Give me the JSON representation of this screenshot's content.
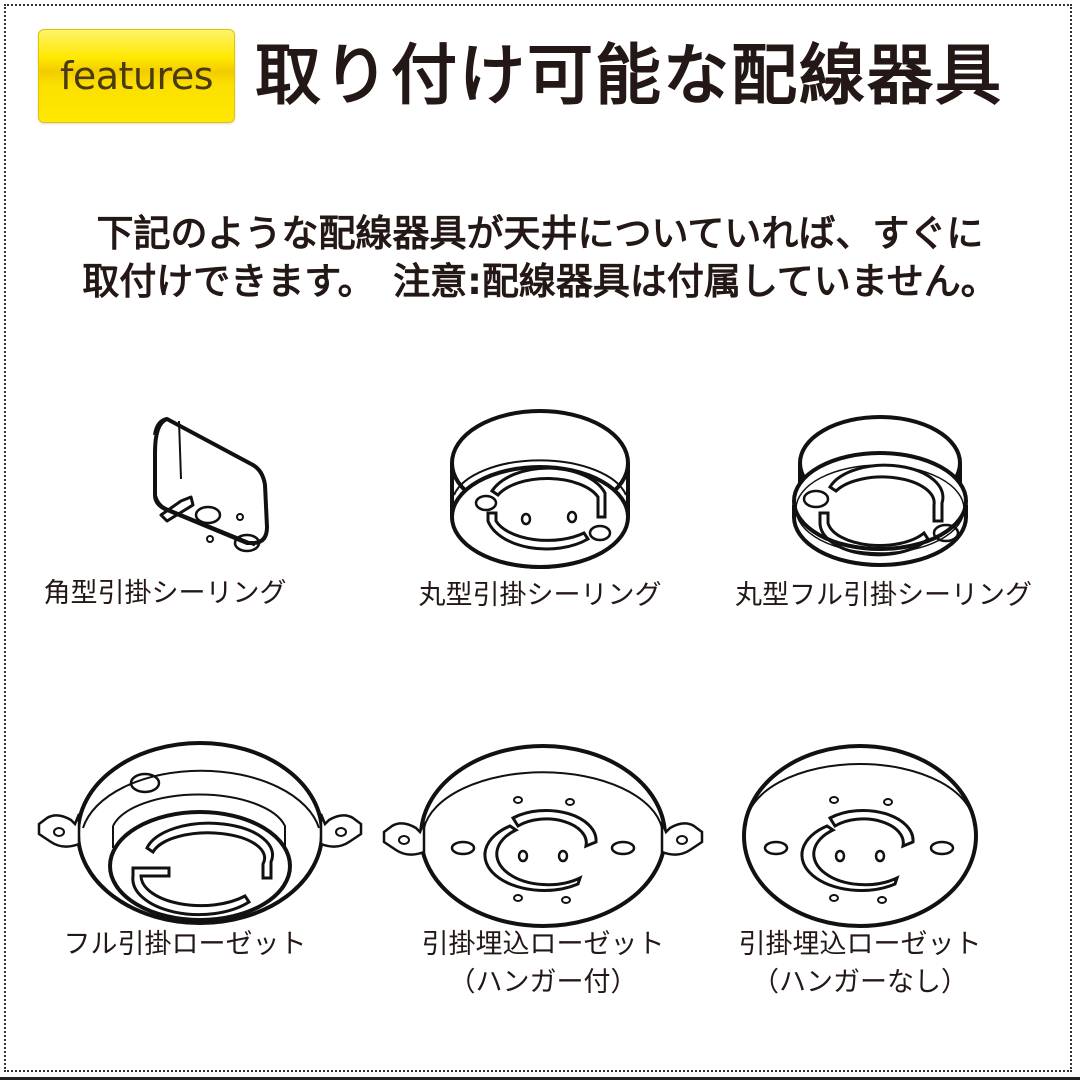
{
  "header": {
    "badge_label": "features",
    "title": "取り付け可能な配線器具"
  },
  "intro": {
    "line1": "下記のような配線器具が天井についていれば、すぐに",
    "line2": "取付けできます。　注意:配線器具は付属していません。"
  },
  "fixtures": [
    {
      "icon": "square-ceiling-hook-icon",
      "label": "角型引掛シーリング"
    },
    {
      "icon": "round-ceiling-hook-icon",
      "label": "丸型引掛シーリング"
    },
    {
      "icon": "round-full-ceiling-hook-icon",
      "label": "丸型フル引掛シーリング"
    },
    {
      "icon": "full-hook-rosette-icon",
      "label": "フル引掛ローゼット"
    },
    {
      "icon": "embedded-rosette-with-hanger-icon",
      "label": "引掛埋込ローゼット",
      "sublabel": "（ハンガー付）"
    },
    {
      "icon": "embedded-rosette-no-hanger-icon",
      "label": "引掛埋込ローゼット",
      "sublabel": "（ハンガーなし）"
    }
  ],
  "colors": {
    "badge_yellow": "#ffe900",
    "text": "#231815",
    "border": "#333333"
  }
}
